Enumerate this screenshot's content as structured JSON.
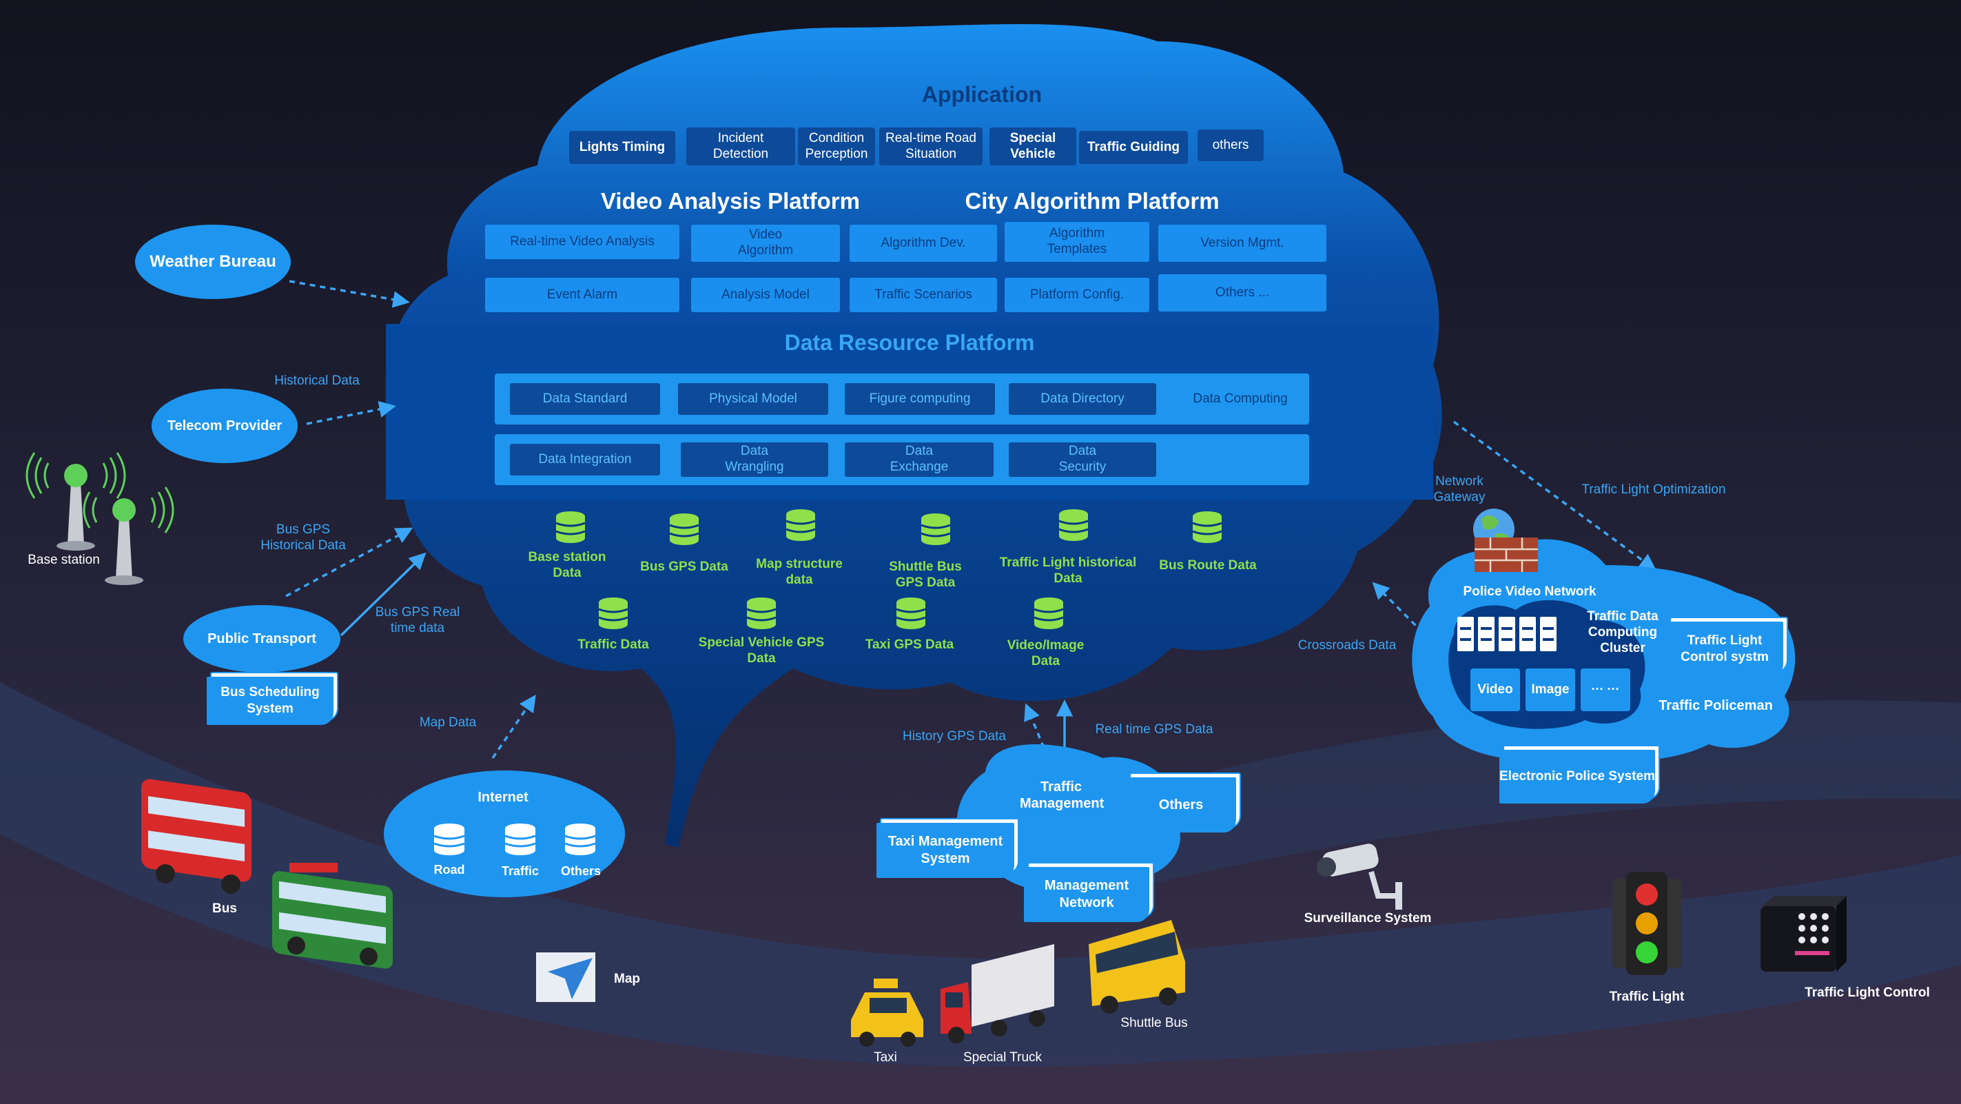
{
  "application": {
    "title": "Application",
    "buttons": [
      "Lights Timing",
      "Incident Detection",
      "Condition Perception",
      "Real-time Road Situation",
      "Special Vehicle",
      "Traffic Guiding",
      "others"
    ]
  },
  "video_platform": {
    "title": "Video Analysis Platform",
    "buttons": [
      "Real-time Video Analysis",
      "Video Algorithm",
      "Event Alarm",
      "Analysis Model"
    ]
  },
  "city_platform": {
    "title": "City Algorithm Platform",
    "buttons": [
      "Algorithm Dev.",
      "Algorithm Templates",
      "Version Mgmt.",
      "Traffic Scenarios",
      "Platform Config.",
      "Others ..."
    ]
  },
  "data_platform": {
    "title": "Data Resource Platform",
    "row1": [
      "Data Standard",
      "Physical Model",
      "Figure computing",
      "Data Directory",
      "Data Computing"
    ],
    "row2": [
      "Data Integration",
      "Data Wrangling",
      "Data Exchange",
      "Data Security"
    ]
  },
  "datasets": [
    "Base station Data",
    "Bus GPS Data",
    "Map structure data",
    "Shuttle Bus GPS Data",
    "Traffic Light historical Data",
    "Bus Route Data",
    "Traffic Data",
    "Special Vehicle GPS Data",
    "Taxi GPS Data",
    "Video/Image Data"
  ],
  "sources": {
    "weather": "Weather Bureau",
    "telecom": "Telecom Provider",
    "base_station": "Base station",
    "public_transport": "Public Transport",
    "bus_scheduling": "Bus  Scheduling System",
    "bus": "Bus",
    "internet": "Internet",
    "internet_items": [
      "Road",
      "Traffic",
      "Others"
    ],
    "map": "Map"
  },
  "edge_labels": {
    "historical": "Historical Data",
    "bus_gps_hist": "Bus GPS Historical Data",
    "bus_gps_rt": "Bus GPS Real time data",
    "map_data": "Map Data",
    "history_gps": "History GPS Data",
    "realtime_gps": "Real time GPS Data",
    "crossroads": "Crossroads Data",
    "network_gateway": "Network Gateway",
    "tl_opt": "Traffic Light Optimization"
  },
  "traffic_mgmt": {
    "title": "Traffic Management",
    "others": "Others",
    "taxi": "Taxi Management System",
    "network": "Management Network"
  },
  "vehicles": [
    "Taxi",
    "Special  Truck",
    "Shuttle Bus"
  ],
  "police": {
    "video_network": "Police Video Network",
    "cluster": "Traffic Data Computing Cluster",
    "video": "Video",
    "image": "Image",
    "more": "··· ···",
    "tl_control_system": "Traffic Light Control systm",
    "policeman": "Traffic Policeman",
    "electronic": "Electronic Police System"
  },
  "devices": {
    "surveillance": "Surveillance System",
    "traffic_light": "Traffic Light",
    "tl_control": "Traffic Light Control"
  },
  "colors": {
    "brain_dark": "#063a85",
    "brain_light": "#1e96f0",
    "data_green": "#8fe04a",
    "edge_blue": "#3aa6f5"
  }
}
